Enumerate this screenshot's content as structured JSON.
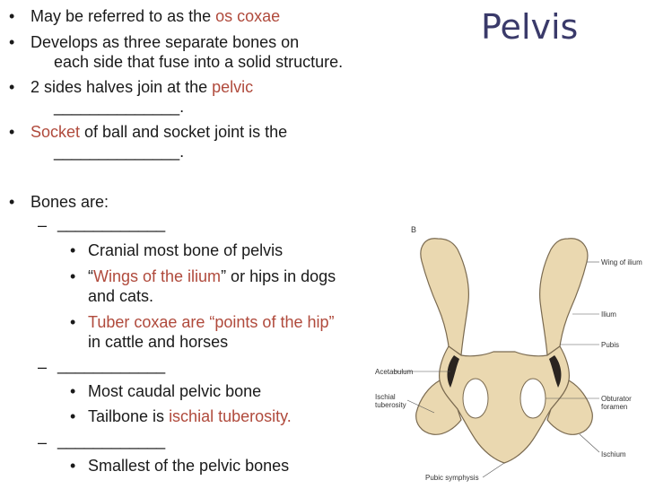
{
  "title": "Pelvis",
  "bullets": {
    "b1_pre": "May be referred to as the ",
    "b1_accent": "os coxae",
    "b2_line1": "Develops as three separate bones on",
    "b2_line2": "each side that fuse into a solid structure.",
    "b3_line1_pre": "2 sides halves  join at the ",
    "b3_line1_accent": "pelvic",
    "b3_line2": "______________.",
    "b4_accent": "Socket",
    "b4_rest": " of ball and socket joint is the",
    "b4_line2": "______________.",
    "b5": "Bones are:",
    "sub1_blank": "____________",
    "sub1_items": [
      {
        "text": "Cranial most bone of pelvis"
      },
      {
        "pre": "“",
        "accent": "Wings of the ilium",
        "post": "” or hips in dogs",
        "line2": "and cats."
      },
      {
        "accent": "Tuber coxae are “points of the hip”",
        "line2": "in cattle and horses"
      }
    ],
    "sub2_blank": "____________",
    "sub2_items": [
      {
        "text": "Most caudal pelvic bone"
      },
      {
        "pre": "Tailbone is ",
        "accent": "ischial tuberosity."
      }
    ],
    "sub3_blank": "____________",
    "sub3_items": [
      {
        "text": "Smallest of the pelvic bones"
      }
    ]
  },
  "figure": {
    "panel_letter": "B",
    "labels": {
      "wing": "Wing of ilium",
      "ilium": "Ilium",
      "pubis": "Pubis",
      "acetabulum": "Acetabulum",
      "ischial_tuberosity_1": "Ischial",
      "ischial_tuberosity_2": "tuberosity",
      "obturator_1": "Obturator",
      "obturator_2": "foramen",
      "ischium": "Ischium",
      "pubic_symphysis": "Pubic symphysis"
    }
  },
  "colors": {
    "accent": "#b04a3c",
    "title": "#3a3a6a",
    "bone": "#ead8b0",
    "bone_outline": "#7a6a50"
  }
}
